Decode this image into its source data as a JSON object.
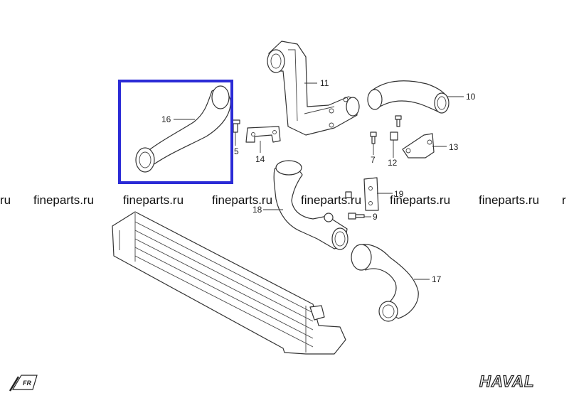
{
  "watermark": {
    "items": [
      "ru",
      "fineparts.ru",
      "fineparts.ru",
      "fineparts.ru",
      "fineparts.ru",
      "fineparts.ru",
      "fineparts.ru",
      "r"
    ]
  },
  "callouts": {
    "p5": "5",
    "p7": "7",
    "p9": "9",
    "p10": "10",
    "p11": "11",
    "p12": "12",
    "p13": "13",
    "p14": "14",
    "p16": "16",
    "p17": "17",
    "p18": "18",
    "p19": "19"
  },
  "highlight": {
    "part": "16",
    "color": "#2b2bd6"
  },
  "direction_mark": "FR",
  "brand_logo": "HAVAL"
}
